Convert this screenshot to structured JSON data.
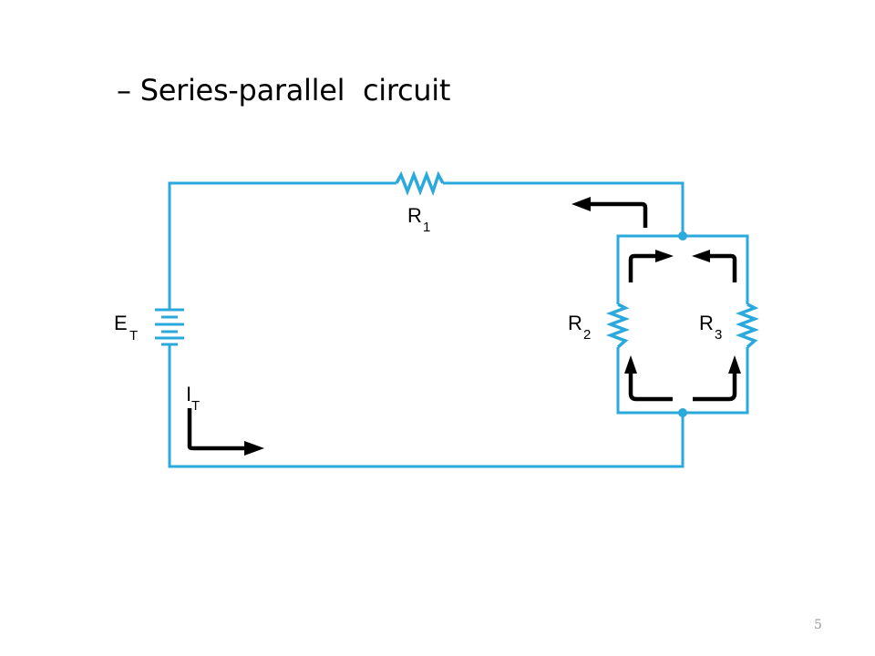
{
  "slide": {
    "bullet_dash": "–",
    "bullet_text": "Series-parallel  circuit",
    "page_number": "5"
  },
  "diagram": {
    "colors": {
      "wire": "#2aa9dc",
      "arrow": "#000000"
    },
    "labels": {
      "source": {
        "main": "E",
        "sub": "T"
      },
      "current": {
        "main": "I",
        "sub": "T"
      },
      "r1": {
        "main": "R",
        "sub": "1"
      },
      "r2": {
        "main": "R",
        "sub": "2"
      },
      "r3": {
        "main": "R",
        "sub": "3"
      }
    }
  }
}
